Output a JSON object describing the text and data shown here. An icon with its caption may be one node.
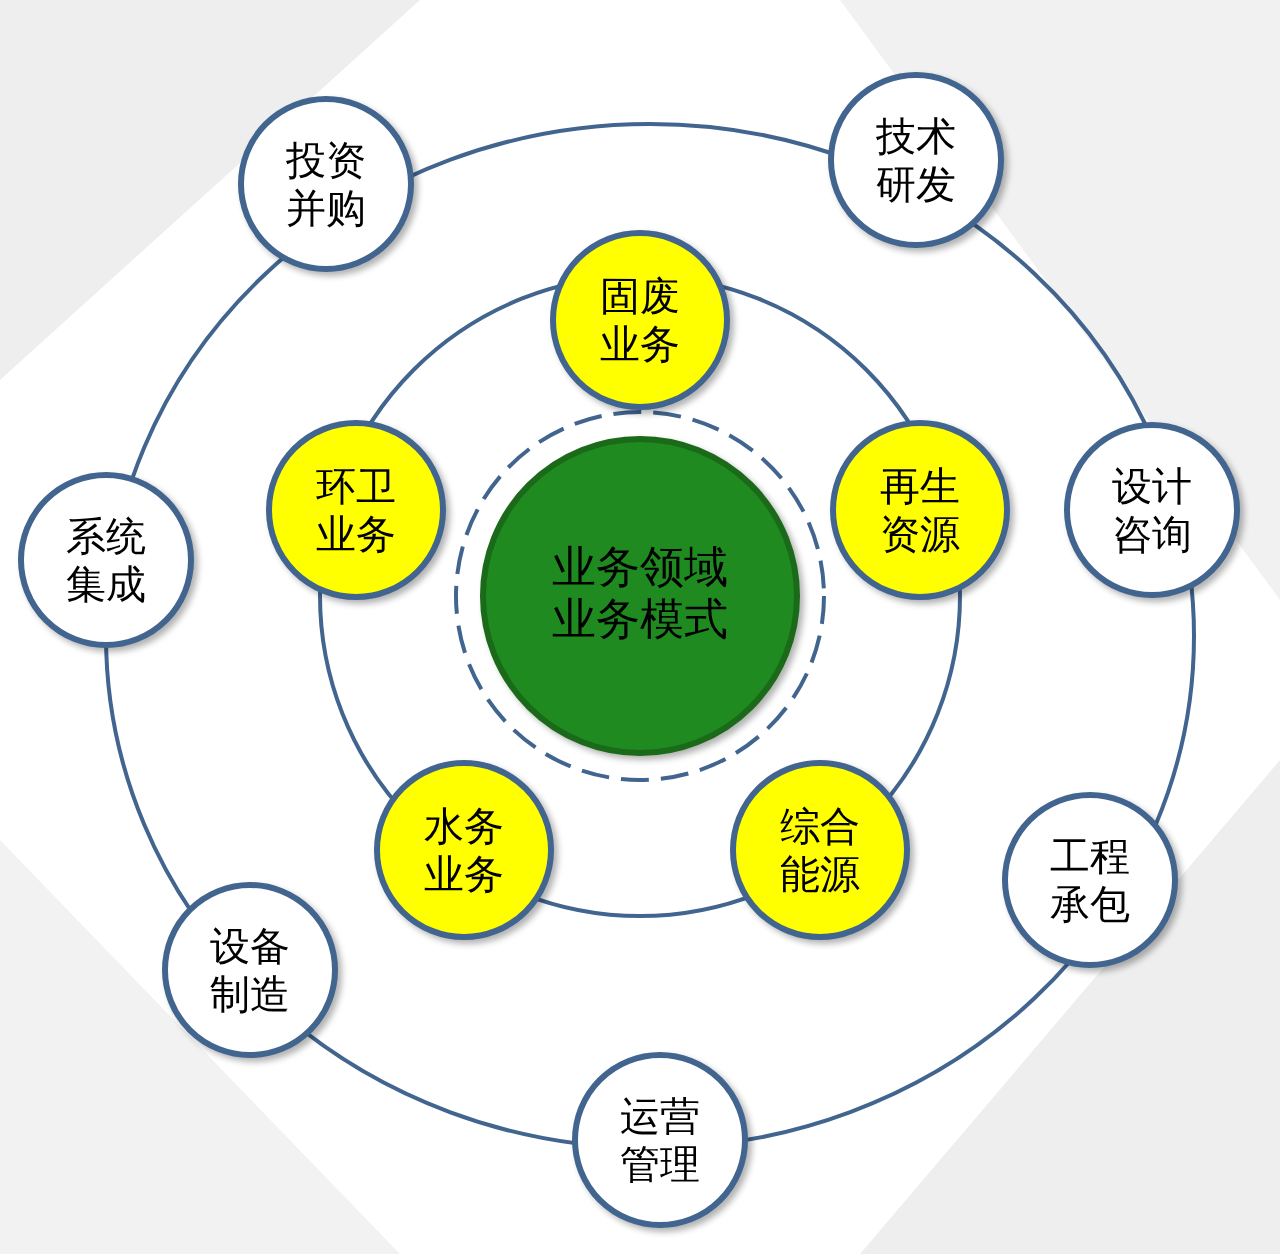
{
  "diagram": {
    "nodes": [
      {
        "text": [
          "业务领域业务模式"
        ]
      },
      {
        "text": [
          "固废业务"
        ]
      },
      {
        "text": [
          "环卫业务"
        ]
      },
      {
        "text": [
          "再生资源"
        ]
      },
      {
        "text": [
          "水务业务"
        ]
      },
      {
        "text": [
          "综合能源"
        ]
      },
      {
        "text": [
          "投资并购"
        ]
      },
      {
        "text": [
          "技术研发"
        ]
      },
      {
        "text": [
          "系统集成"
        ]
      },
      {
        "text": [
          "设计咨询"
        ]
      },
      {
        "text": [
          "工程承包"
        ]
      },
      {
        "text": [
          "设备制造"
        ]
      },
      {
        "text": [
          "运营管理"
        ]
      }
    ]
  }
}
